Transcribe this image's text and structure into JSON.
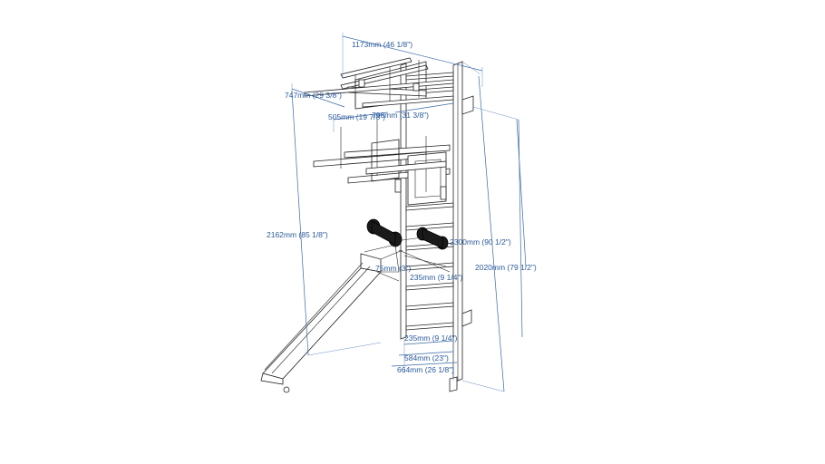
{
  "dimensions": {
    "overall_width": "1173mm (46 1/8\")",
    "top_bar_depth": "747mm (29 3/8\")",
    "top_bar_span": "798mm (31 3/8\")",
    "mid_bar_depth": "505mm (19 7/8\")",
    "total_height": "2162mm (85 1/8\")",
    "ladder_height_a": "2300mm (90 1/2\")",
    "ladder_height_b": "2020mm (79 1/2\")",
    "pad_offset": "75mm (3\")",
    "rung_width_a": "235mm (9 1/4\")",
    "rung_width_b": "235mm (9 1/4\")",
    "base_width_a": "584mm (23\")",
    "base_width_b": "664mm (26 1/8\")"
  }
}
